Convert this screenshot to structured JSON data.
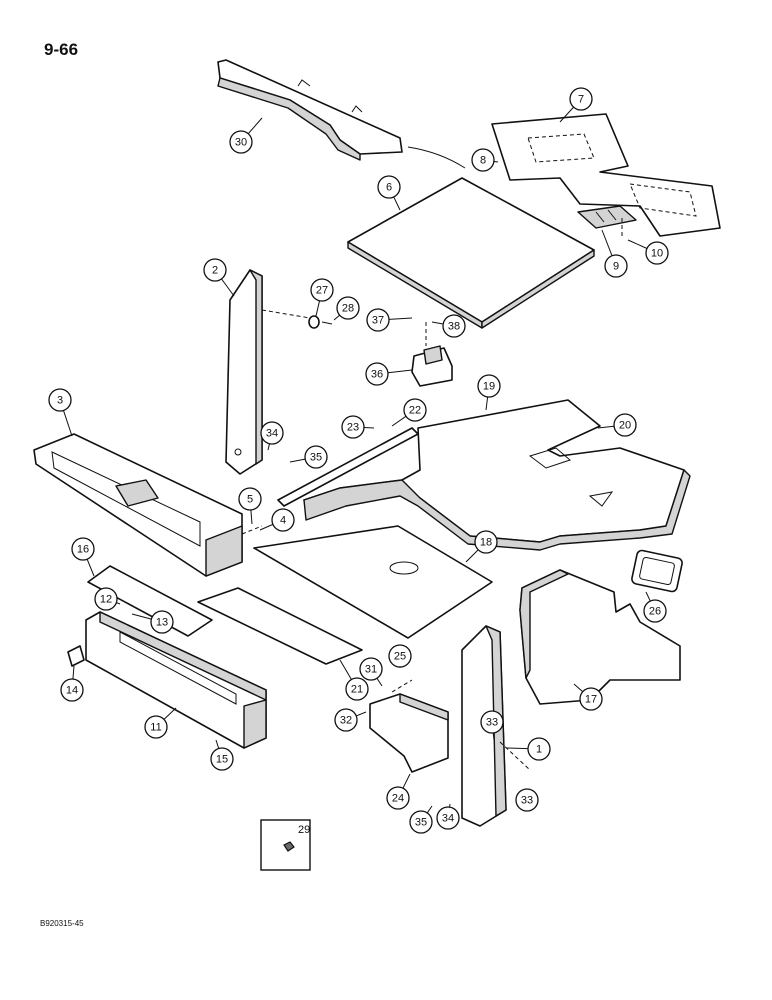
{
  "page_number": "9-66",
  "figure_code": "B920315-45",
  "callouts": [
    {
      "label": "1"
    },
    {
      "label": "2"
    },
    {
      "label": "3"
    },
    {
      "label": "4"
    },
    {
      "label": "5"
    },
    {
      "label": "6"
    },
    {
      "label": "7"
    },
    {
      "label": "8"
    },
    {
      "label": "9"
    },
    {
      "label": "10"
    },
    {
      "label": "11"
    },
    {
      "label": "12"
    },
    {
      "label": "13"
    },
    {
      "label": "14"
    },
    {
      "label": "15"
    },
    {
      "label": "16"
    },
    {
      "label": "17"
    },
    {
      "label": "18"
    },
    {
      "label": "19"
    },
    {
      "label": "20"
    },
    {
      "label": "21"
    },
    {
      "label": "22"
    },
    {
      "label": "23"
    },
    {
      "label": "24"
    },
    {
      "label": "25"
    },
    {
      "label": "26"
    },
    {
      "label": "27"
    },
    {
      "label": "28"
    },
    {
      "label": "30"
    },
    {
      "label": "31"
    },
    {
      "label": "32"
    },
    {
      "label": "33"
    },
    {
      "label": "33"
    },
    {
      "label": "34"
    },
    {
      "label": "34"
    },
    {
      "label": "35"
    },
    {
      "label": "35"
    },
    {
      "label": "36"
    },
    {
      "label": "37"
    },
    {
      "label": "38"
    }
  ],
  "inset_label": "29"
}
